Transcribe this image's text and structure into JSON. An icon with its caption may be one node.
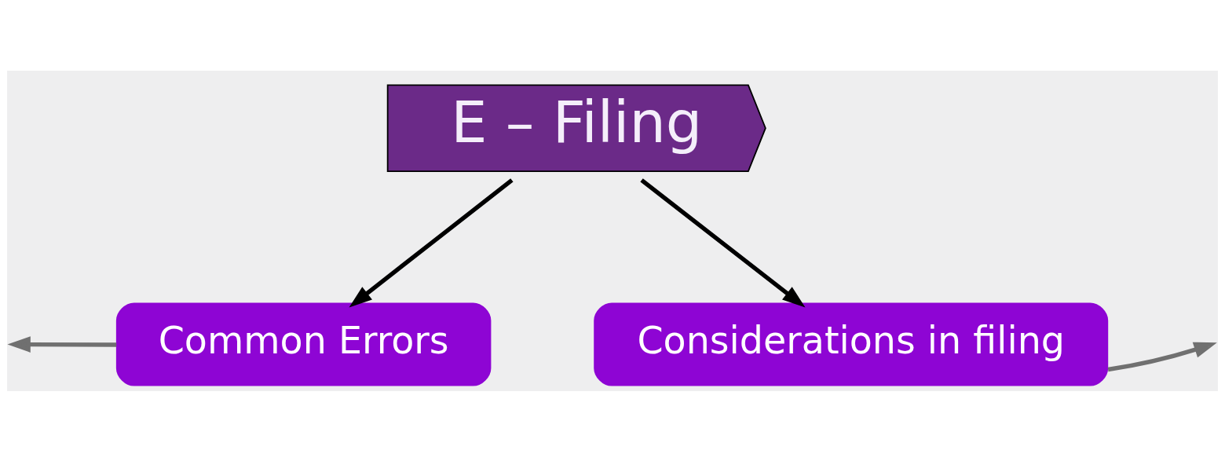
{
  "diagram": {
    "nodes": [
      {
        "text": [
          "E – Filing"
        ]
      },
      {
        "text": [
          "Common Errors"
        ]
      },
      {
        "text": [
          "Considerations in filing"
        ]
      }
    ],
    "edges": [
      {
        "from": 0,
        "to": 1,
        "arrow": "to"
      },
      {
        "from": 0,
        "to": 2,
        "arrow": "to"
      },
      {
        "from": 1,
        "to": null,
        "arrow": "to",
        "color": "#707070"
      },
      {
        "from": 2,
        "to": null,
        "arrow": "to",
        "color": "#707070"
      }
    ]
  }
}
